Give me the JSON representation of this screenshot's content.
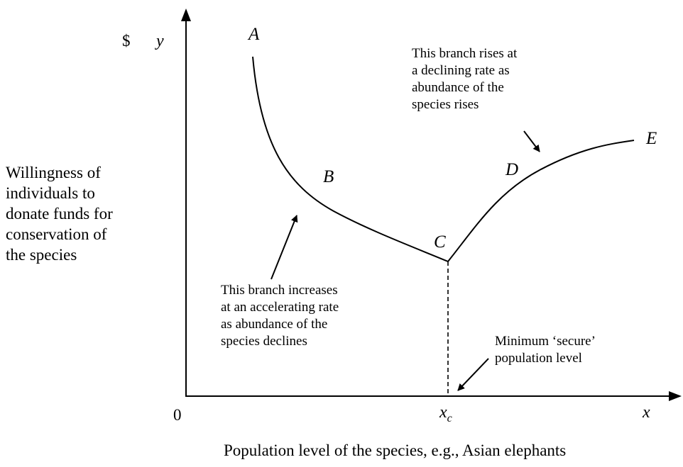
{
  "figure": {
    "y_symbol": "y",
    "y_unit": "$",
    "x_symbol": "x",
    "origin": "0",
    "xc_base": "x",
    "xc_sub": "c",
    "y_axis_label": [
      "Willingness of",
      "individuals to",
      "donate funds for",
      "conservation of",
      "the species"
    ],
    "x_axis_label": "Population level of the species, e.g., Asian elephants",
    "points": {
      "A": "A",
      "B": "B",
      "C": "C",
      "D": "D",
      "E": "E"
    },
    "annotations": {
      "rising_branch": [
        "This branch rises at",
        "a declining rate as",
        "abundance of the",
        "species rises"
      ],
      "falling_branch": [
        "This branch increases",
        "at an accelerating rate",
        "as abundance of the",
        "species declines"
      ],
      "minimum": [
        "Minimum ‘secure’",
        "population level"
      ]
    }
  }
}
